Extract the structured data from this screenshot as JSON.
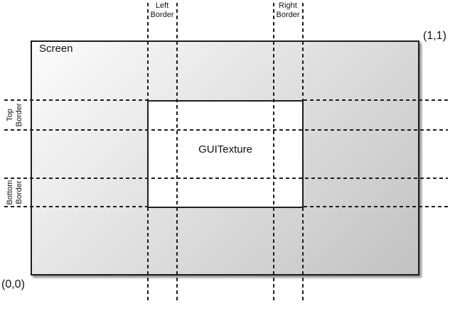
{
  "diagram": {
    "screen": {
      "label": "Screen"
    },
    "texture": {
      "label": "GUITexture"
    },
    "coords": {
      "origin": "(0,0)",
      "top_right": "(1,1)"
    },
    "border_labels": {
      "left": {
        "line1": "Left",
        "line2": "Border"
      },
      "right": {
        "line1": "Right",
        "line2": "Border"
      },
      "top": {
        "line1": "Top",
        "line2": "Border"
      },
      "bottom": {
        "line1": "Bottom",
        "line2": "Border"
      }
    },
    "colors": {
      "line": "#1e1e1e",
      "screen_gradient_start": "#fcfcfc",
      "screen_gradient_end": "#c2c2c2",
      "texture_fill": "#ffffff",
      "background": "#ffffff"
    }
  }
}
